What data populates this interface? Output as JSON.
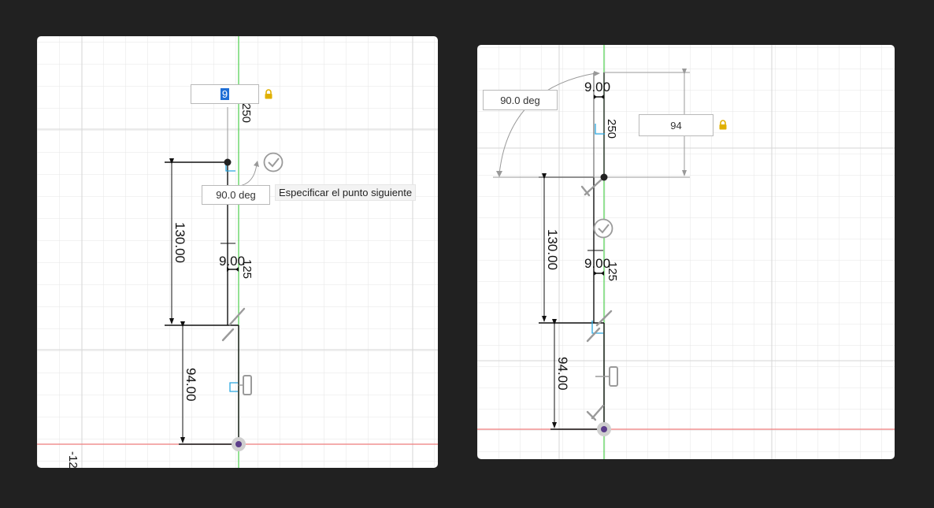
{
  "left": {
    "length_input": "9",
    "angle_input": "90.0 deg",
    "tooltip": "Especificar el punto siguiente",
    "dim_250": "250",
    "dim_130": "130.00",
    "dim_9": "9.00",
    "dim_125": "125",
    "dim_94": "94.00",
    "corner_text": "-12"
  },
  "right": {
    "angle_input": "90.0 deg",
    "length_input": "94",
    "dim_9_top": "9.00",
    "dim_250": "250",
    "dim_130": "130.00",
    "dim_9": "9.00",
    "dim_125": "125",
    "dim_94": "94.00"
  },
  "colors": {
    "background": "#212121",
    "canvas": "#ffffff",
    "grid": "#e4e4e4",
    "y_axis": "#4ccf4c",
    "x_axis": "#ee7b7b",
    "constraint": "#2aa7e0",
    "lock": "#e0b000",
    "selection": "#1f6fd6"
  }
}
